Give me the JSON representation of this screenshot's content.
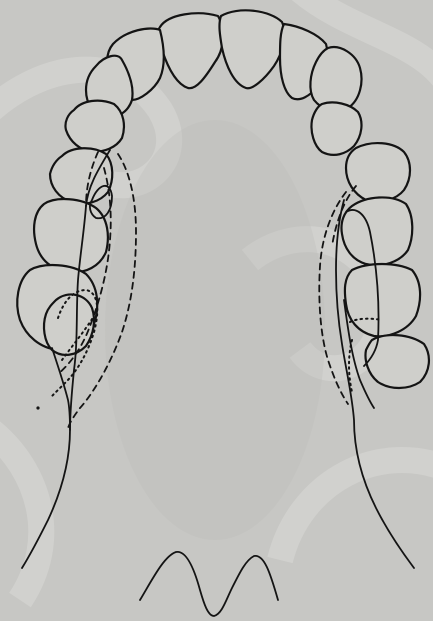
{
  "figure": {
    "paper_color": "#c7c7c4",
    "swirl_color": "#d6d6d3",
    "shade_color": "#bdbdba",
    "tooth_fill": "#cfcfcb",
    "ink_color": "#141414",
    "teeth": [
      {
        "name": "upper-left-central-incisor"
      },
      {
        "name": "upper-right-central-incisor"
      },
      {
        "name": "upper-left-lateral-incisor"
      },
      {
        "name": "upper-right-lateral-incisor"
      },
      {
        "name": "upper-left-canine"
      },
      {
        "name": "upper-right-canine"
      },
      {
        "name": "upper-left-first-premolar"
      },
      {
        "name": "upper-right-first-premolar"
      },
      {
        "name": "upper-left-second-premolar"
      },
      {
        "name": "upper-right-second-premolar"
      },
      {
        "name": "upper-left-first-molar"
      },
      {
        "name": "upper-right-first-molar"
      },
      {
        "name": "upper-left-second-molar"
      },
      {
        "name": "upper-right-second-molar"
      },
      {
        "name": "upper-left-third-molar"
      },
      {
        "name": "upper-right-third-molar"
      }
    ]
  }
}
